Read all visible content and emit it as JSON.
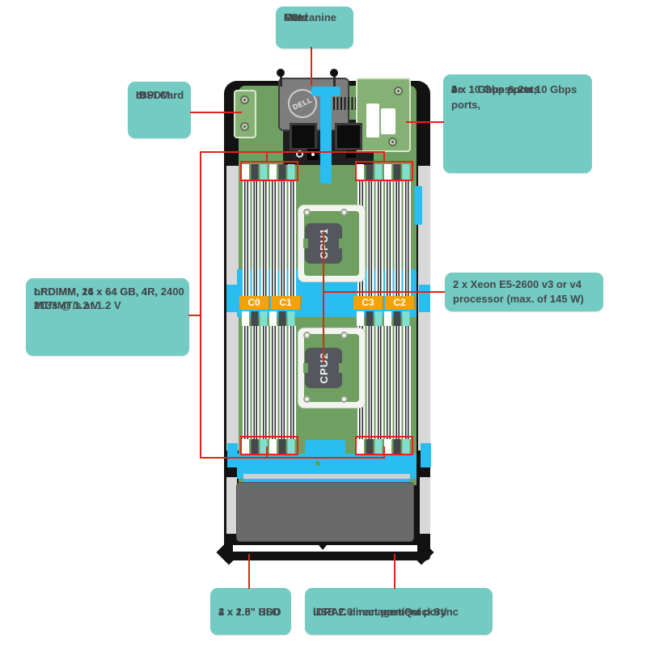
{
  "diagram": {
    "subject": "Dell blade server internal component callout diagram"
  },
  "callouts": {
    "pcie": {
      "lines": [
        "PCIe",
        "Mezzanine",
        "Card"
      ]
    },
    "rspi": {
      "lines": [
        "rSPI Card",
        "or",
        "IDSDM"
      ]
    },
    "ports": {
      "lines": [
        "4 x 1 Gbps ports,",
        "or",
        "2 x 1 Gbps & 2 x 10 Gbps ports,",
        "or",
        "4 x 10 Gbps ports"
      ]
    },
    "lrdimm": {
      "lines": [
        "LRDIMM, 16 x 64 GB, 4R, 2400 MT/s @ 1.2 V",
        "or",
        "LRDIMM, 24 x 64 GB, 4R, 2133MT/s at 1.2 V"
      ]
    },
    "xeon": {
      "lines": [
        "2 x Xeon E5-2600 v3 or v4 processor (max. of 145 W)"
      ]
    },
    "hdd": {
      "lines": [
        "2 x 2.5\" HDD",
        "4 x 1.8\" SSD"
      ]
    },
    "usb": {
      "lines": [
        "USB 2.0 management port/",
        "iDRAC direct port/QuickSync"
      ]
    }
  },
  "board": {
    "cpu1_label": "CPU1",
    "cpu2_label": "CPU2",
    "memory_channels": [
      "C0",
      "C1",
      "C3",
      "C2"
    ],
    "logo": "DELL"
  },
  "colors": {
    "callout_teal": "#73cbc3",
    "callout_text": "#41474a",
    "annotation_red": "#e2231a",
    "shroud_cyan": "#29bdf0",
    "channel_orange": "#f0a30a",
    "pcb_green": "#6f9f61",
    "card_green": "#85b274",
    "dimm_cap_mint": "#80e0cd",
    "socket_gray": "#54585c",
    "hdd_gray": "#6a6a6a",
    "chassis_black": "#121212"
  }
}
